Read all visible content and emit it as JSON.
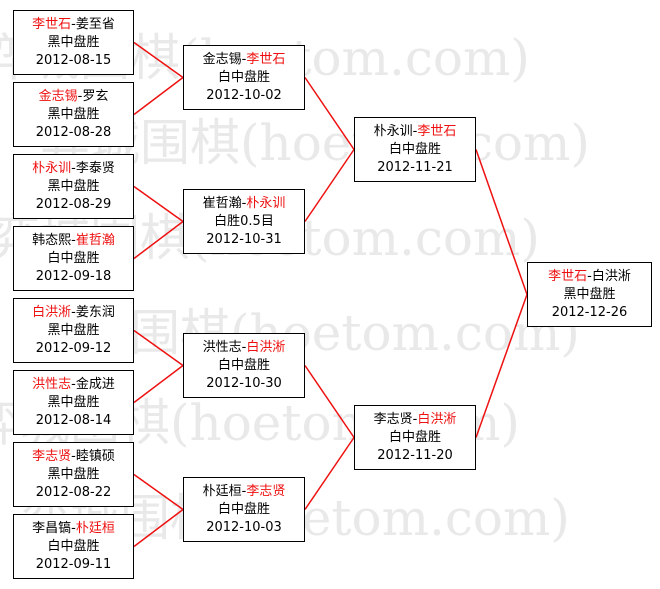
{
  "accent_color": "#ee1111",
  "watermark": "弈城围棋(hoetom.com)",
  "rounds": {
    "round1": [
      {
        "winner": "李世石",
        "loser": "姜至省",
        "winner_first": true,
        "result": "黑中盘胜",
        "date": "2012-08-15"
      },
      {
        "winner": "金志锡",
        "loser": "罗玄",
        "winner_first": true,
        "result": "黑中盘胜",
        "date": "2012-08-28"
      },
      {
        "winner": "朴永训",
        "loser": "李泰贤",
        "winner_first": true,
        "result": "黑中盘胜",
        "date": "2012-08-29"
      },
      {
        "winner": "崔哲瀚",
        "loser": "韩态熙",
        "winner_first": false,
        "result": "白中盘胜",
        "date": "2012-09-18"
      },
      {
        "winner": "白洪淅",
        "loser": "姜东润",
        "winner_first": true,
        "result": "黑中盘胜",
        "date": "2012-09-12"
      },
      {
        "winner": "洪性志",
        "loser": "金成进",
        "winner_first": true,
        "result": "黑中盘胜",
        "date": "2012-08-14"
      },
      {
        "winner": "李志贤",
        "loser": "睦镇硕",
        "winner_first": true,
        "result": "黑中盘胜",
        "date": "2012-08-22"
      },
      {
        "winner": "朴廷桓",
        "loser": "李昌镐",
        "winner_first": false,
        "result": "白中盘胜",
        "date": "2012-09-11"
      }
    ],
    "round2": [
      {
        "winner": "李世石",
        "loser": "金志锡",
        "winner_first": false,
        "result": "白中盘胜",
        "date": "2012-10-02"
      },
      {
        "winner": "朴永训",
        "loser": "崔哲瀚",
        "winner_first": false,
        "result": "白胜0.5目",
        "date": "2012-10-31"
      },
      {
        "winner": "白洪淅",
        "loser": "洪性志",
        "winner_first": false,
        "result": "白中盘胜",
        "date": "2012-10-30"
      },
      {
        "winner": "李志贤",
        "loser": "朴廷桓",
        "winner_first": false,
        "result": "白中盘胜",
        "date": "2012-10-03"
      }
    ],
    "semifinal": [
      {
        "winner": "李世石",
        "loser": "朴永训",
        "winner_first": false,
        "result": "白中盘胜",
        "date": "2012-11-21"
      },
      {
        "winner": "白洪淅",
        "loser": "李志贤",
        "winner_first": false,
        "result": "白中盘胜",
        "date": "2012-11-20"
      }
    ],
    "final": [
      {
        "winner": "李世石",
        "loser": "白洪淅",
        "winner_first": true,
        "result": "黑中盘胜",
        "date": "2012-12-26"
      }
    ]
  }
}
